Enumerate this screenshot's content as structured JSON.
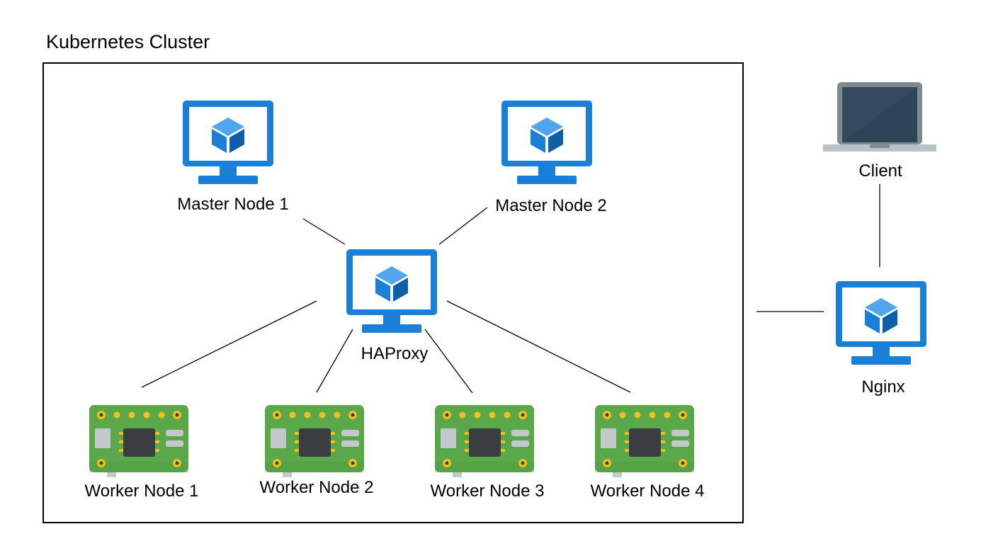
{
  "diagram": {
    "cluster_title": "Kubernetes Cluster",
    "nodes": {
      "master1": {
        "label": "Master Node 1",
        "icon": "monitor-cube-icon"
      },
      "master2": {
        "label": "Master Node 2",
        "icon": "monitor-cube-icon"
      },
      "haproxy": {
        "label": "HAProxy",
        "icon": "monitor-cube-icon"
      },
      "worker1": {
        "label": "Worker Node 1",
        "icon": "circuit-board-icon"
      },
      "worker2": {
        "label": "Worker Node 2",
        "icon": "circuit-board-icon"
      },
      "worker3": {
        "label": "Worker Node 3",
        "icon": "circuit-board-icon"
      },
      "worker4": {
        "label": "Worker Node 4",
        "icon": "circuit-board-icon"
      },
      "client": {
        "label": "Client",
        "icon": "laptop-icon"
      },
      "nginx": {
        "label": "Nginx",
        "icon": "monitor-cube-icon"
      }
    },
    "connections": [
      [
        "master1",
        "haproxy"
      ],
      [
        "master2",
        "haproxy"
      ],
      [
        "haproxy",
        "worker1"
      ],
      [
        "haproxy",
        "worker2"
      ],
      [
        "haproxy",
        "worker3"
      ],
      [
        "haproxy",
        "worker4"
      ],
      [
        "client",
        "nginx"
      ],
      [
        "nginx",
        "cluster"
      ]
    ],
    "colors": {
      "monitor_blue": "#1a7fd6",
      "board_green": "#5aa84a",
      "board_dark_green": "#43873a",
      "chip": "#3a3d42",
      "pad_gold": "#f2c01d",
      "laptop_frame": "#7f8a8e",
      "laptop_screen": "#34495e"
    }
  }
}
